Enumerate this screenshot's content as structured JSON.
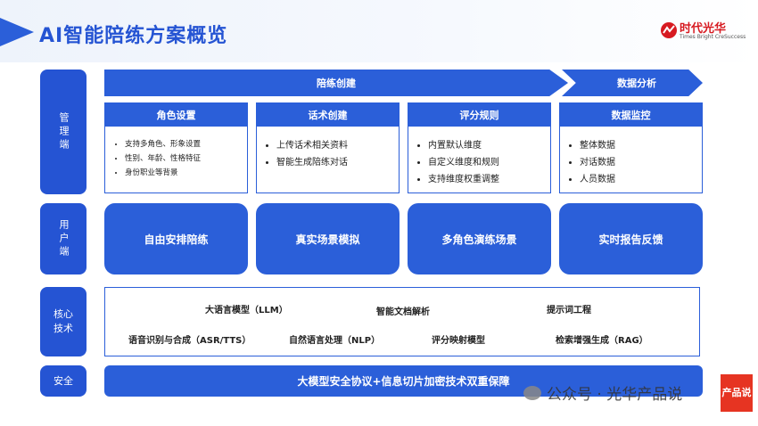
{
  "header": {
    "title": "AI智能陪练方案概览",
    "logo_name": "时代光华",
    "logo_sub": "Times Bright CreSuccess"
  },
  "sections": {
    "management": "管理端",
    "user": "用户端",
    "core": "核心技术",
    "security": "安全"
  },
  "management": {
    "banner_build": "陪练创建",
    "banner_analysis": "数据分析",
    "cards": [
      {
        "title": "角色设置",
        "items": [
          "支持多角色、形象设置",
          "性别、年龄、性格特征",
          "身份职业等背景"
        ]
      },
      {
        "title": "话术创建",
        "items": [
          "上传话术相关资料",
          "智能生成陪练对话"
        ]
      },
      {
        "title": "评分规则",
        "items": [
          "内置默认维度",
          "自定义维度和规则",
          "支持维度权重调整"
        ]
      },
      {
        "title": "数据监控",
        "items": [
          "整体数据",
          "对话数据",
          "人员数据"
        ]
      }
    ]
  },
  "user": {
    "boxes": [
      "自由安排陪练",
      "真实场景模拟",
      "多角色演练场景",
      "实时报告反馈"
    ]
  },
  "core": {
    "techs": [
      "大语言模型（LLM）",
      "智能文档解析",
      "提示词工程",
      "语音识别与合成（ASR/TTS）",
      "自然语言处理（NLP）",
      "评分映射模型",
      "检索增强生成（RAG）"
    ]
  },
  "security": {
    "text": "大模型安全协议+信息切片加密技术双重保障"
  },
  "watermark": {
    "text": "公众号 · 光华产品说",
    "stamp": "产品说"
  },
  "colors": {
    "primary": "#2b5fd9",
    "title": "#2554d3",
    "logo_red": "#d71a21"
  }
}
